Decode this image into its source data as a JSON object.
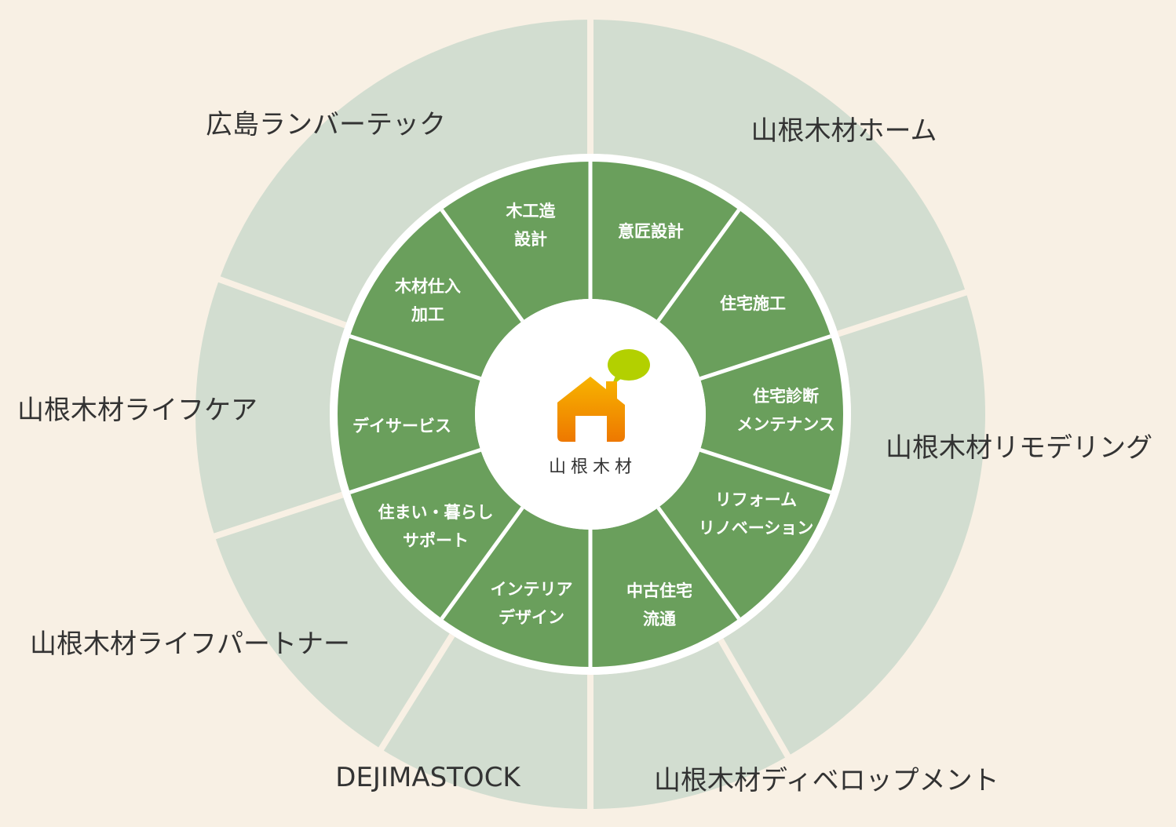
{
  "colors": {
    "background": "#f8f0e4",
    "outer_ring": "#d2ddd0",
    "inner_ring": "#6a9f5c",
    "separator_outer": "#f8f0e4",
    "separator_inner": "#ffffff",
    "center": "#ffffff",
    "outer_text": "#333333",
    "inner_text": "#ffffff",
    "house": "#f08a00",
    "speech_bubble": "#b3d000"
  },
  "center": {
    "logo_icon": "house-with-speech-bubble-icon",
    "label": "山根木材"
  },
  "companies": [
    {
      "label": "山根木材ホーム"
    },
    {
      "label": "山根木材リモデリング"
    },
    {
      "label": "山根木材ディベロップメント"
    },
    {
      "label": "DEJIMASTOCK"
    },
    {
      "label": "山根木材ライフパートナー"
    },
    {
      "label": "山根木材ライフケア"
    },
    {
      "label": "広島ランバーテック"
    }
  ],
  "services": [
    {
      "lines": [
        "意匠設計"
      ]
    },
    {
      "lines": [
        "住宅施工"
      ]
    },
    {
      "lines": [
        "住宅診断",
        "メンテナンス"
      ]
    },
    {
      "lines": [
        "リフォーム",
        "リノベーション"
      ]
    },
    {
      "lines": [
        "中古住宅",
        "流通"
      ]
    },
    {
      "lines": [
        "インテリア",
        "デザイン"
      ]
    },
    {
      "lines": [
        "住まい・暮らし",
        "サポート"
      ]
    },
    {
      "lines": [
        "デイサービス"
      ]
    },
    {
      "lines": [
        "木材仕入",
        "加工"
      ]
    },
    {
      "lines": [
        "木工造",
        "設計"
      ]
    }
  ]
}
